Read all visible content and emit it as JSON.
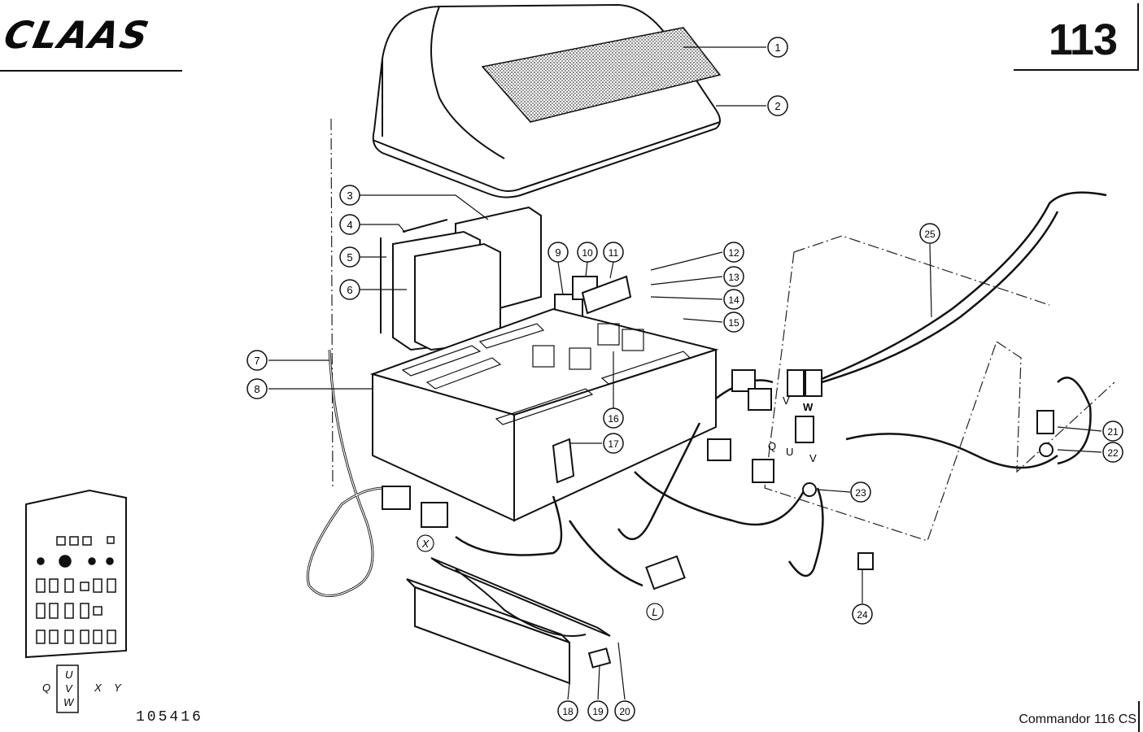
{
  "header": {
    "brand": "CLAAS",
    "page_number": "113"
  },
  "footer": {
    "drawing_number": "105416",
    "model": "Commandor 116 CS"
  },
  "callouts": [
    "1",
    "2",
    "3",
    "4",
    "5",
    "6",
    "7",
    "8",
    "9",
    "10",
    "11",
    "12",
    "13",
    "14",
    "15",
    "16",
    "17",
    "18",
    "19",
    "20",
    "21",
    "22",
    "23",
    "24",
    "25"
  ],
  "connector_labels": [
    "X",
    "L"
  ],
  "harness_letters": [
    "V",
    "W",
    "Q",
    "U",
    "V"
  ],
  "panel_legend": {
    "left": "Q",
    "column": [
      "U",
      "V",
      "W"
    ],
    "right": [
      "X",
      "Y"
    ]
  }
}
